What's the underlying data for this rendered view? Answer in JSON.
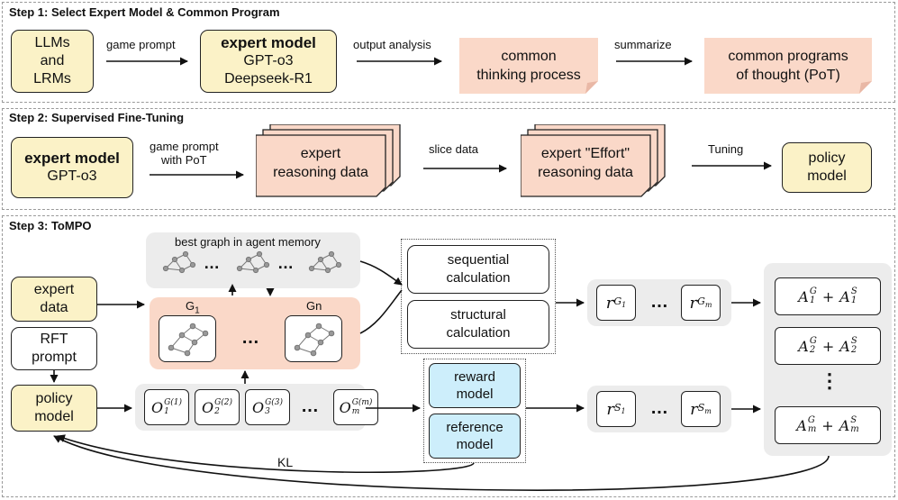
{
  "step1": {
    "title": "Step 1: Select Expert Model & Common Program",
    "llms_line1": "LLMs",
    "llms_line2": "and",
    "llms_line3": "LRMs",
    "game_prompt": "game prompt",
    "expert_title": "expert model",
    "expert_line2": "GPT-o3",
    "expert_line3": "Deepseek-R1",
    "output_analysis": "output analysis",
    "thinking_line1": "common",
    "thinking_line2": "thinking process",
    "summarize": "summarize",
    "pot_line1": "common programs",
    "pot_line2": "of thought (PoT)"
  },
  "step2": {
    "title": "Step 2: Supervised Fine-Tuning",
    "expert_title": "expert model",
    "expert_line2": "GPT-o3",
    "prompt_line1": "game prompt",
    "prompt_line2": "with PoT",
    "data1_line1": "expert",
    "data1_line2": "reasoning data",
    "slice": "slice data",
    "data2_line1": "expert \"Effort\"",
    "data2_line2": "reasoning data",
    "tuning": "Tuning",
    "policy_line1": "policy",
    "policy_line2": "model"
  },
  "step3": {
    "title": "Step 3: ToMPO",
    "memory_label": "best graph in agent memory",
    "expert_line1": "expert",
    "expert_line2": "data",
    "rft_line1": "RFT",
    "rft_line2": "prompt",
    "policy_line1": "policy",
    "policy_line2": "model",
    "g1": "G",
    "g1_sub": "1",
    "gn": "Gn",
    "ellipsis": "…",
    "seq_line1": "sequential",
    "seq_line2": "calculation",
    "struct_line1": "structural",
    "struct_line2": "calculation",
    "reward_line1": "reward",
    "reward_line2": "model",
    "ref_line1": "reference",
    "ref_line2": "model",
    "kl": "KL",
    "o_base": "O",
    "o_subs": [
      "1",
      "2",
      "3",
      "m"
    ],
    "o_sups": [
      "G(1)",
      "G(2)",
      "G(3)",
      "G(m)"
    ],
    "rg_base": "r",
    "rg_subs": [
      "G",
      "G"
    ],
    "rg_subsubs": [
      "1",
      "m"
    ],
    "rs_subs": [
      "S",
      "S"
    ],
    "rs_subsubs": [
      "1",
      "m"
    ],
    "adv_subs": [
      "1",
      "2",
      "m"
    ],
    "adv_A": "A",
    "adv_G": "G",
    "adv_S": "S",
    "adv_plus": "+",
    "vdots": "⋮"
  },
  "colors": {
    "yellow": "#fbf2c7",
    "peach": "#fad8c8",
    "blue": "#cdeefb",
    "gray": "#ececec"
  }
}
